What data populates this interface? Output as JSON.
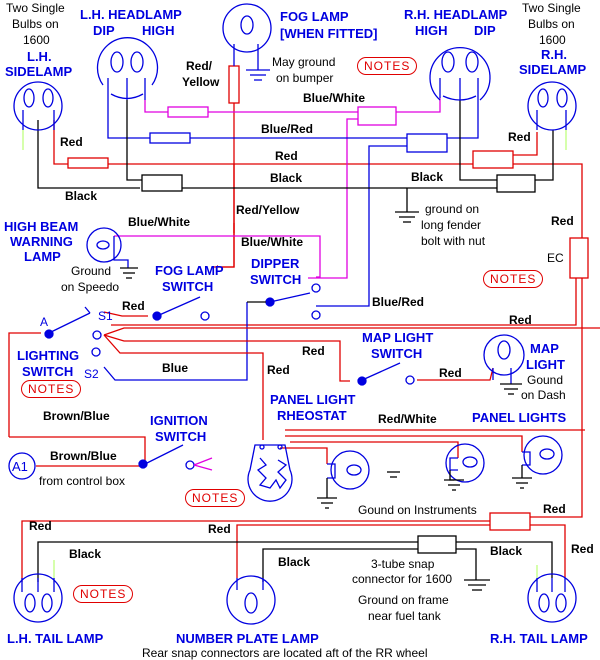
{
  "title": "Lighting wiring diagram",
  "colors": {
    "red": "#e00000",
    "blue": "#0000e0",
    "black": "#000000",
    "magenta": "#e000e0",
    "green": "#c0ff80"
  },
  "components": {
    "lh_headlamp": {
      "title": "L.H. HEADLAMP",
      "dip": "DIP",
      "high": "HIGH"
    },
    "rh_headlamp": {
      "title": "R.H. HEADLAMP",
      "high": "HIGH",
      "dip": "DIP"
    },
    "fog_lamp": {
      "line1": "FOG LAMP",
      "line2": "[WHEN FITTED]"
    },
    "lh_sidelamp": {
      "note1": "Two Single",
      "note2": "Bulbs on",
      "note3": "1600",
      "line1": "L.H.",
      "line2": "SIDELAMP"
    },
    "rh_sidelamp": {
      "note1": "Two Single",
      "note2": "Bulbs on",
      "note3": "1600",
      "line1": "R.H.",
      "line2": "SIDELAMP"
    },
    "high_beam": {
      "line1": "HIGH BEAM",
      "line2": "WARNING",
      "line3": "LAMP"
    },
    "fog_switch": {
      "line1": "FOG LAMP",
      "line2": "SWITCH"
    },
    "dipper_switch": {
      "line1": "DIPPER",
      "line2": "SWITCH"
    },
    "lighting_switch": {
      "line1": "LIGHTING",
      "line2": "SWITCH",
      "terminal_a": "A",
      "terminal_s1": "S1",
      "terminal_s2": "S2"
    },
    "map_switch": {
      "line1": "MAP LIGHT",
      "line2": "SWITCH"
    },
    "map_light": {
      "line1": "MAP",
      "line2": "LIGHT"
    },
    "rheostat": {
      "line1": "PANEL LIGHT",
      "line2": "RHEOSTAT"
    },
    "panel_lights": {
      "label": "PANEL LIGHTS"
    },
    "ignition": {
      "line1": "IGNITION",
      "line2": "SWITCH"
    },
    "a1": {
      "label": "A1"
    },
    "lh_tail": {
      "label": "L.H. TAIL LAMP"
    },
    "number_plate": {
      "label": "NUMBER PLATE LAMP"
    },
    "rh_tail": {
      "label": "R.H. TAIL LAMP"
    }
  },
  "wires": {
    "red_yellow_top": {
      "line1": "Red/",
      "line2": "Yellow"
    },
    "blue_white_top": "Blue/White",
    "blue_red_top": "Blue/Red",
    "red_top": "Red",
    "black_top": "Black",
    "red_lh_side": "Red",
    "red_rh_side": "Red",
    "black_left": "Black",
    "black_right": "Black",
    "red_yellow_mid": "Red/Yellow",
    "blue_white_warning": "Blue/White",
    "blue_white_dipper": "Blue/White",
    "red_ec": "Red",
    "blue_red_mid": "Blue/Red",
    "red_s1": "Red",
    "red_right": "Red",
    "red_map": "Red",
    "red_map_light": "Red",
    "blue_s2": "Blue",
    "red_rheostat": "Red",
    "brown_blue_1": "Brown/Blue",
    "brown_blue_2": "Brown/Blue",
    "red_white": "Red/White",
    "red_panel": "Red",
    "red_lh_tail": "Red",
    "black_lh_tail": "Black",
    "red_plate": "Red",
    "black_plate": "Black",
    "black_rh_tail": "Black",
    "red_rh_tail": "Red"
  },
  "notes": {
    "fog_ground": {
      "line1": "May ground",
      "line2": "on bumper"
    },
    "fender_ground": {
      "line1": "ground on",
      "line2": "long fender",
      "line3": "bolt with nut"
    },
    "speedo_ground": {
      "line1": "Ground",
      "line2": "on Speedo"
    },
    "ec": "EC",
    "map_ground": {
      "line1": "Gound",
      "line2": "on Dash"
    },
    "control_box": "from control box",
    "instruments_ground": "Gound on Instruments",
    "snap_connector": {
      "line1": "3-tube snap",
      "line2": "connector for 1600"
    },
    "frame_ground": {
      "line1": "Ground on frame",
      "line2": "near fuel tank"
    },
    "footer": "Rear snap connectors are located aft of the RR wheel"
  },
  "notes_buttons": [
    "NOTES",
    "NOTES",
    "NOTES",
    "NOTES",
    "NOTES"
  ]
}
